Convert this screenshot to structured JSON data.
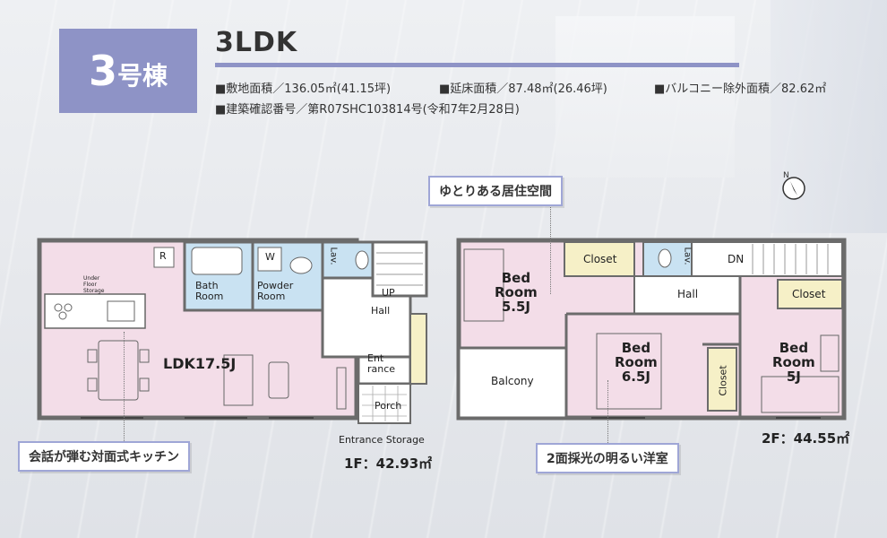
{
  "badge": {
    "number": "3",
    "suffix": "号棟"
  },
  "layout_type": "3LDK",
  "info": {
    "site_area": "■敷地面積／136.05㎡(41.15坪)",
    "floor_area": "■延床面積／87.48㎡(26.46坪)",
    "excl_balcony": "■バルコニー除外面積／82.62㎡",
    "permit": "■建築確認番号／第R07SHC103814号(令和7年2月28日)"
  },
  "callouts": {
    "spacious": "ゆとりある居住空間",
    "kitchen": "会話が弾む対面式キッチン",
    "bedroom": "2面採光の明るい洋室"
  },
  "floor1": {
    "area": "1F：42.93㎡",
    "entrance_storage": "Entrance Storage",
    "rooms": {
      "ldk": "LDK17.5J",
      "bath_1": "Bath",
      "bath_2": "Room",
      "powder_1": "Powder",
      "powder_2": "Room",
      "hall": "Hall",
      "up": "UP",
      "entrance_1": "Ent",
      "entrance_2": "rance",
      "porch": "Porch",
      "lav": "Lav.",
      "fridge": "R",
      "washer": "W",
      "underfloor_1": "Under",
      "underfloor_2": "Floor",
      "underfloor_3": "Storage"
    }
  },
  "floor2": {
    "area": "2F：44.55㎡",
    "rooms": {
      "bed1_a": "Bed",
      "bed1_b": "Room",
      "bed1_c": "5.5J",
      "bed2_a": "Bed",
      "bed2_b": "Room",
      "bed2_c": "6.5J",
      "bed3_a": "Bed",
      "bed3_b": "Room",
      "bed3_c": "5J",
      "closet": "Closet",
      "hall": "Hall",
      "dn": "DN",
      "balcony": "Balcony",
      "lav": "Lav."
    }
  },
  "compass": {
    "label": "N"
  },
  "colors": {
    "accent": "#8e93c6",
    "room_pink": "#f3dde8",
    "bath_blue": "#c9e2f2",
    "closet_yellow": "#f6f0c7",
    "wall": "#6b6b6b"
  }
}
